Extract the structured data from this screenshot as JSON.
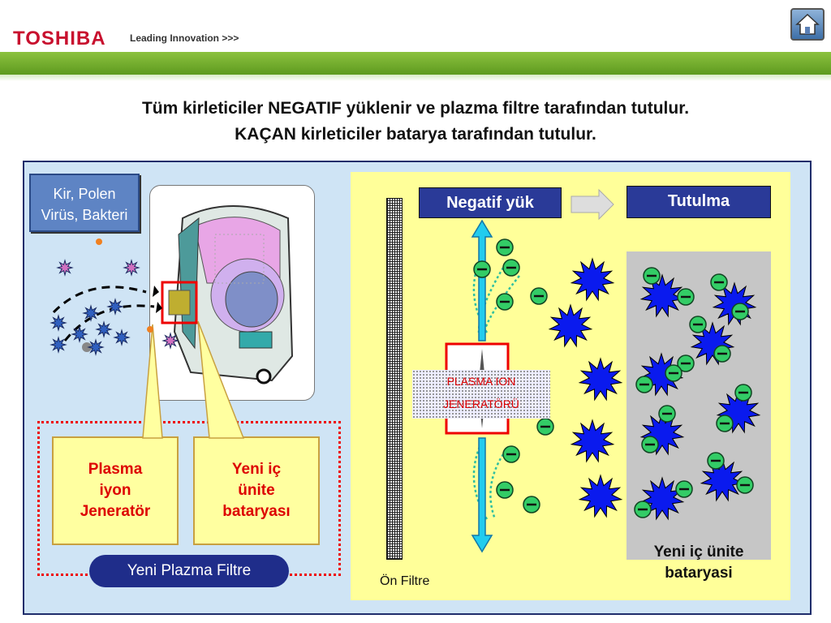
{
  "header": {
    "brand": "TOSHIBA",
    "tagline": "Leading Innovation >>>"
  },
  "title": {
    "line1": "Tüm kirleticiler NEGATIF yüklenir ve plazma filtre tarafından tutulur.",
    "line2": "KAÇAN kirleticiler batarya tarafından tutulur."
  },
  "left": {
    "pollutants_label": "Kir, Polen Virüs, Bakteri",
    "pollutants_line1": "Kir, Polen",
    "pollutants_line2": "Virüs, Bakteri",
    "box1_line1": "Plasma",
    "box1_line2": "iyon",
    "box1_line3": "Jeneratör",
    "box2_line1": "Yeni iç",
    "box2_line2": "ünite",
    "box2_line3": "bataryası",
    "filter_pill": "Yeni Plazma Filtre"
  },
  "right": {
    "negative_label": "Negatif yük",
    "capture_label": "Tutulma",
    "generator_line1": "PLASMA ION",
    "generator_line2": "JENERATÖRÜ",
    "battery_line1": "Yeni iç ünite",
    "battery_line2": "bataryasi",
    "prefilter_label": "Ön Filtre"
  },
  "colors": {
    "brand_red": "#c8102e",
    "green_band": "#6aa82a",
    "navy": "#2a3a98",
    "frame_blue": "#cfe4f5",
    "panel_yellow": "#ffff99",
    "negative_green": "#33cc66",
    "particle_blue": "#0a1aee"
  }
}
